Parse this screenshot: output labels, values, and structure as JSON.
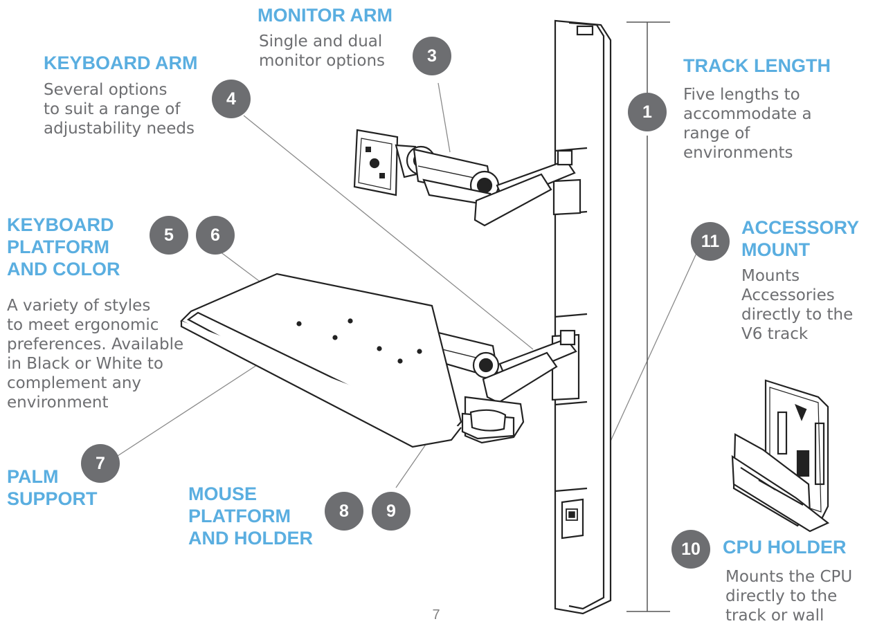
{
  "callouts": {
    "track_length": {
      "number": "1",
      "title": "TRACK LENGTH",
      "desc": "Five lengths to\naccommodate a\nrange of\nenvironments"
    },
    "monitor_arm": {
      "number": "3",
      "title": "MONITOR ARM",
      "desc": "Single and dual\nmonitor options"
    },
    "keyboard_arm": {
      "number": "4",
      "title": "KEYBOARD ARM",
      "desc": "Several options\nto suit a range of\nadjustability needs"
    },
    "keyboard_platform": {
      "numbers": [
        "5",
        "6"
      ],
      "title": "KEYBOARD\nPLATFORM\nAND COLOR",
      "desc": "A variety of styles\nto meet ergonomic\npreferences. Available\nin Black or White to\ncomplement any\nenvironment"
    },
    "palm_support": {
      "number": "7",
      "title": "PALM\nSUPPORT"
    },
    "mouse_platform": {
      "numbers": [
        "8",
        "9"
      ],
      "title": "MOUSE\nPLATFORM\nAND HOLDER"
    },
    "cpu_holder": {
      "number": "10",
      "title": "CPU HOLDER",
      "desc": "Mounts the CPU\ndirectly to the\ntrack or wall"
    },
    "accessory_mount": {
      "number": "11",
      "title": "ACCESSORY\nMOUNT",
      "desc": "Mounts\nAccessories\ndirectly to the\nV6 track"
    }
  },
  "page_number": "7",
  "colors": {
    "heading": "#5aaee0",
    "body_text": "#6d6e71",
    "badge": "#6d6e71",
    "line_art": "#222222"
  }
}
